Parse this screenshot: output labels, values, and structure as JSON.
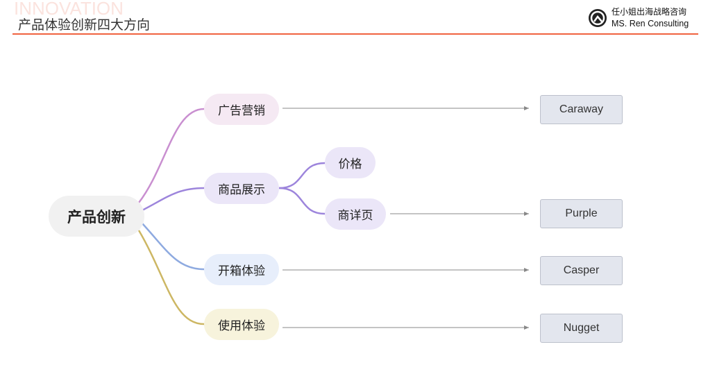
{
  "header": {
    "watermark": "INNOVATION",
    "title": "产品体验创新四大方向",
    "brand_cn": "任小姐出海战略咨询",
    "brand_en": "MS. Ren Consulting"
  },
  "mindmap": {
    "root": "产品创新",
    "branches": [
      {
        "label": "广告营销",
        "color": "#c98fd0",
        "bg": "#f5e9f3",
        "example": "Caraway"
      },
      {
        "label": "商品展示",
        "color": "#9d85dc",
        "bg": "#ebe6f8",
        "children": [
          {
            "label": "价格"
          },
          {
            "label": "商详页",
            "example": "Purple"
          }
        ]
      },
      {
        "label": "开箱体验",
        "color": "#8eaae0",
        "bg": "#e7eefb",
        "example": "Casper"
      },
      {
        "label": "使用体验",
        "color": "#cdb764",
        "bg": "#f7f3dc",
        "example": "Nugget"
      }
    ]
  }
}
